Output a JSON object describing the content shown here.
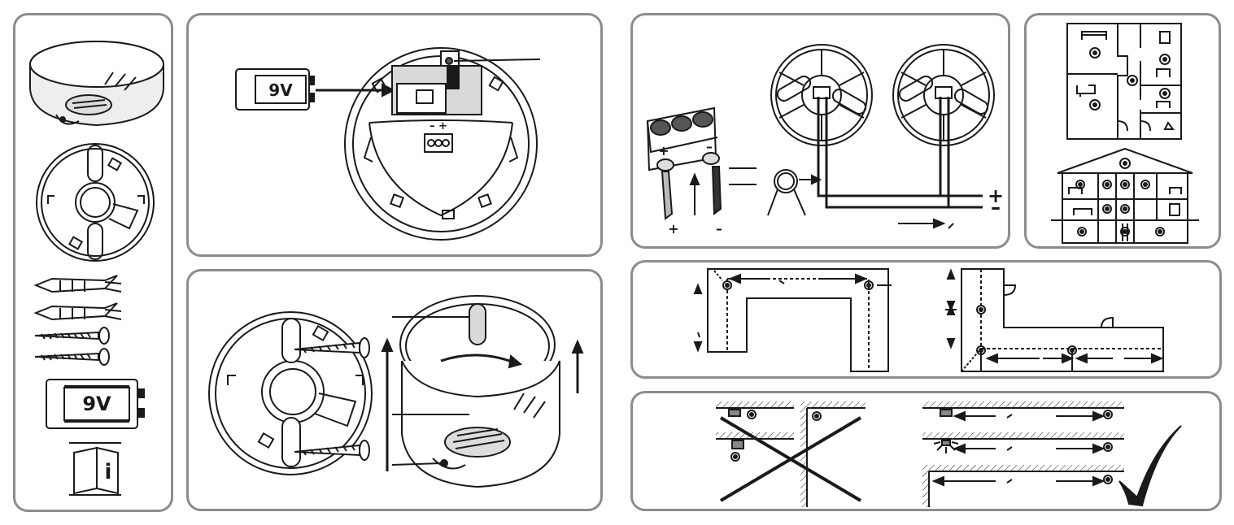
{
  "labels": {
    "battery_9v": "9V",
    "battery_9v_kit": "9V",
    "plus": "+",
    "minus": "–",
    "bold_plus": "+",
    "bold_minus": "–",
    "terminal_minus_plus": "– +",
    "info": "i"
  },
  "colors": {
    "line": "#1a1a1a",
    "panel_border": "#8c8c8c",
    "shade": "#d9d9d9",
    "dark": "#333333"
  }
}
